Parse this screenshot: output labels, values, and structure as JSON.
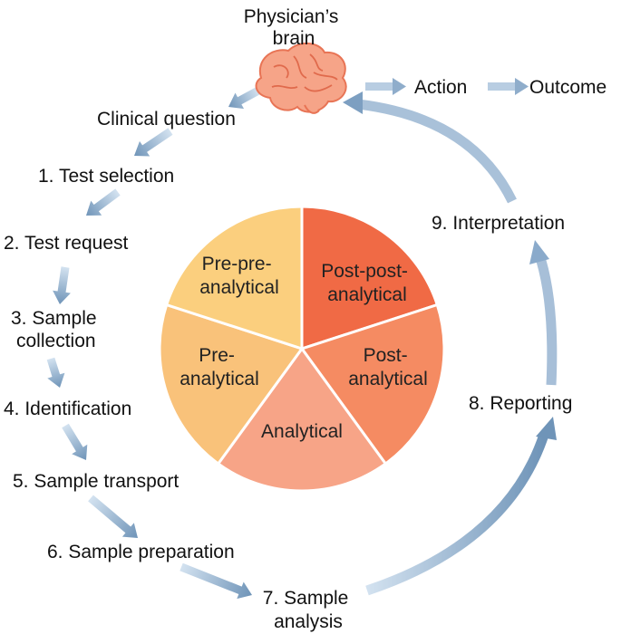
{
  "brain": {
    "label_line1": "Physician’s",
    "label_line2": "brain"
  },
  "top_flow": {
    "action": "Action",
    "outcome": "Outcome"
  },
  "steps": {
    "clinical_question": "Clinical question",
    "s1": "1. Test selection",
    "s2": "2. Test request",
    "s3_line1": "3. Sample",
    "s3_line2": "collection",
    "s4": "4. Identification",
    "s5": "5. Sample transport",
    "s6": "6. Sample preparation",
    "s7_line1": "7. Sample",
    "s7_line2": "analysis",
    "s8": "8. Reporting",
    "s9": "9. Interpretation"
  },
  "pie": {
    "segments": [
      {
        "line1": "Post-post-",
        "line2": "analytical",
        "color": "#f06a45"
      },
      {
        "line1": "Post-",
        "line2": "analytical",
        "color": "#f58b62"
      },
      {
        "line1": "Analytical",
        "line2": "",
        "color": "#f7a487"
      },
      {
        "line1": "Pre-",
        "line2": "analytical",
        "color": "#f9c27a"
      },
      {
        "line1": "Pre-pre-",
        "line2": "analytical",
        "color": "#fbcf7e"
      }
    ]
  },
  "colors": {
    "arrow_light": "#d3e2f0",
    "arrow_dark": "#6f94b8"
  }
}
